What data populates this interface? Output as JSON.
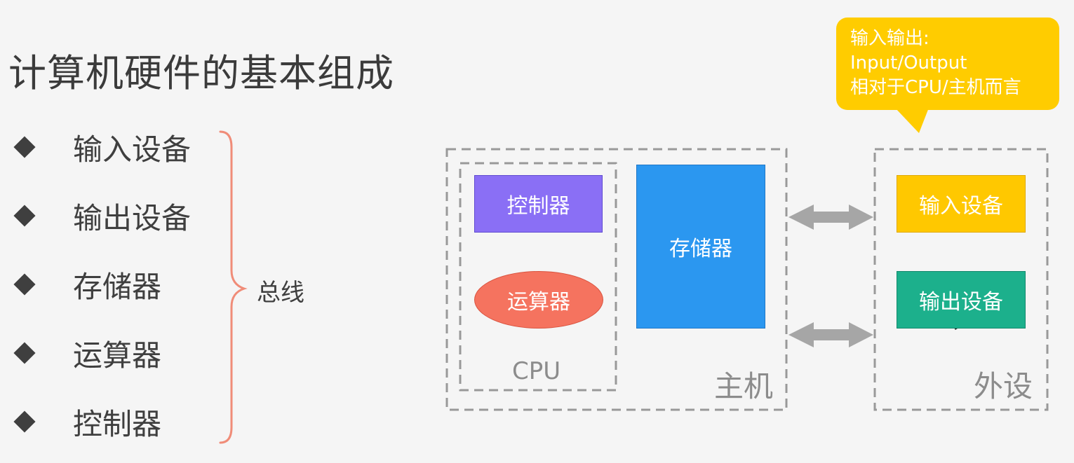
{
  "title": "计算机硬件的基本组成",
  "list_items": [
    "输入设备",
    "输出设备",
    "存储器",
    "运算器",
    "控制器"
  ],
  "bus_label": "总线",
  "host": {
    "label": "主机",
    "cpu": {
      "label": "CPU",
      "controller": "控制器",
      "alu": "运算器"
    },
    "memory": "存储器"
  },
  "peripherals": {
    "label": "外设",
    "input": "输入设备",
    "output": "输出设备"
  },
  "callout": {
    "line1": "输入输出:",
    "line2": "Input/Output",
    "line3": "相对于CPU/主机而言"
  },
  "colors": {
    "controller": "#8a6ff5",
    "alu": "#f5735f",
    "memory": "#2b97f0",
    "input_device": "#ffc800",
    "output_device": "#1cb08c",
    "callout": "#ffcc00",
    "brace": "#f08c78",
    "arrow": "#a6a6a6"
  }
}
